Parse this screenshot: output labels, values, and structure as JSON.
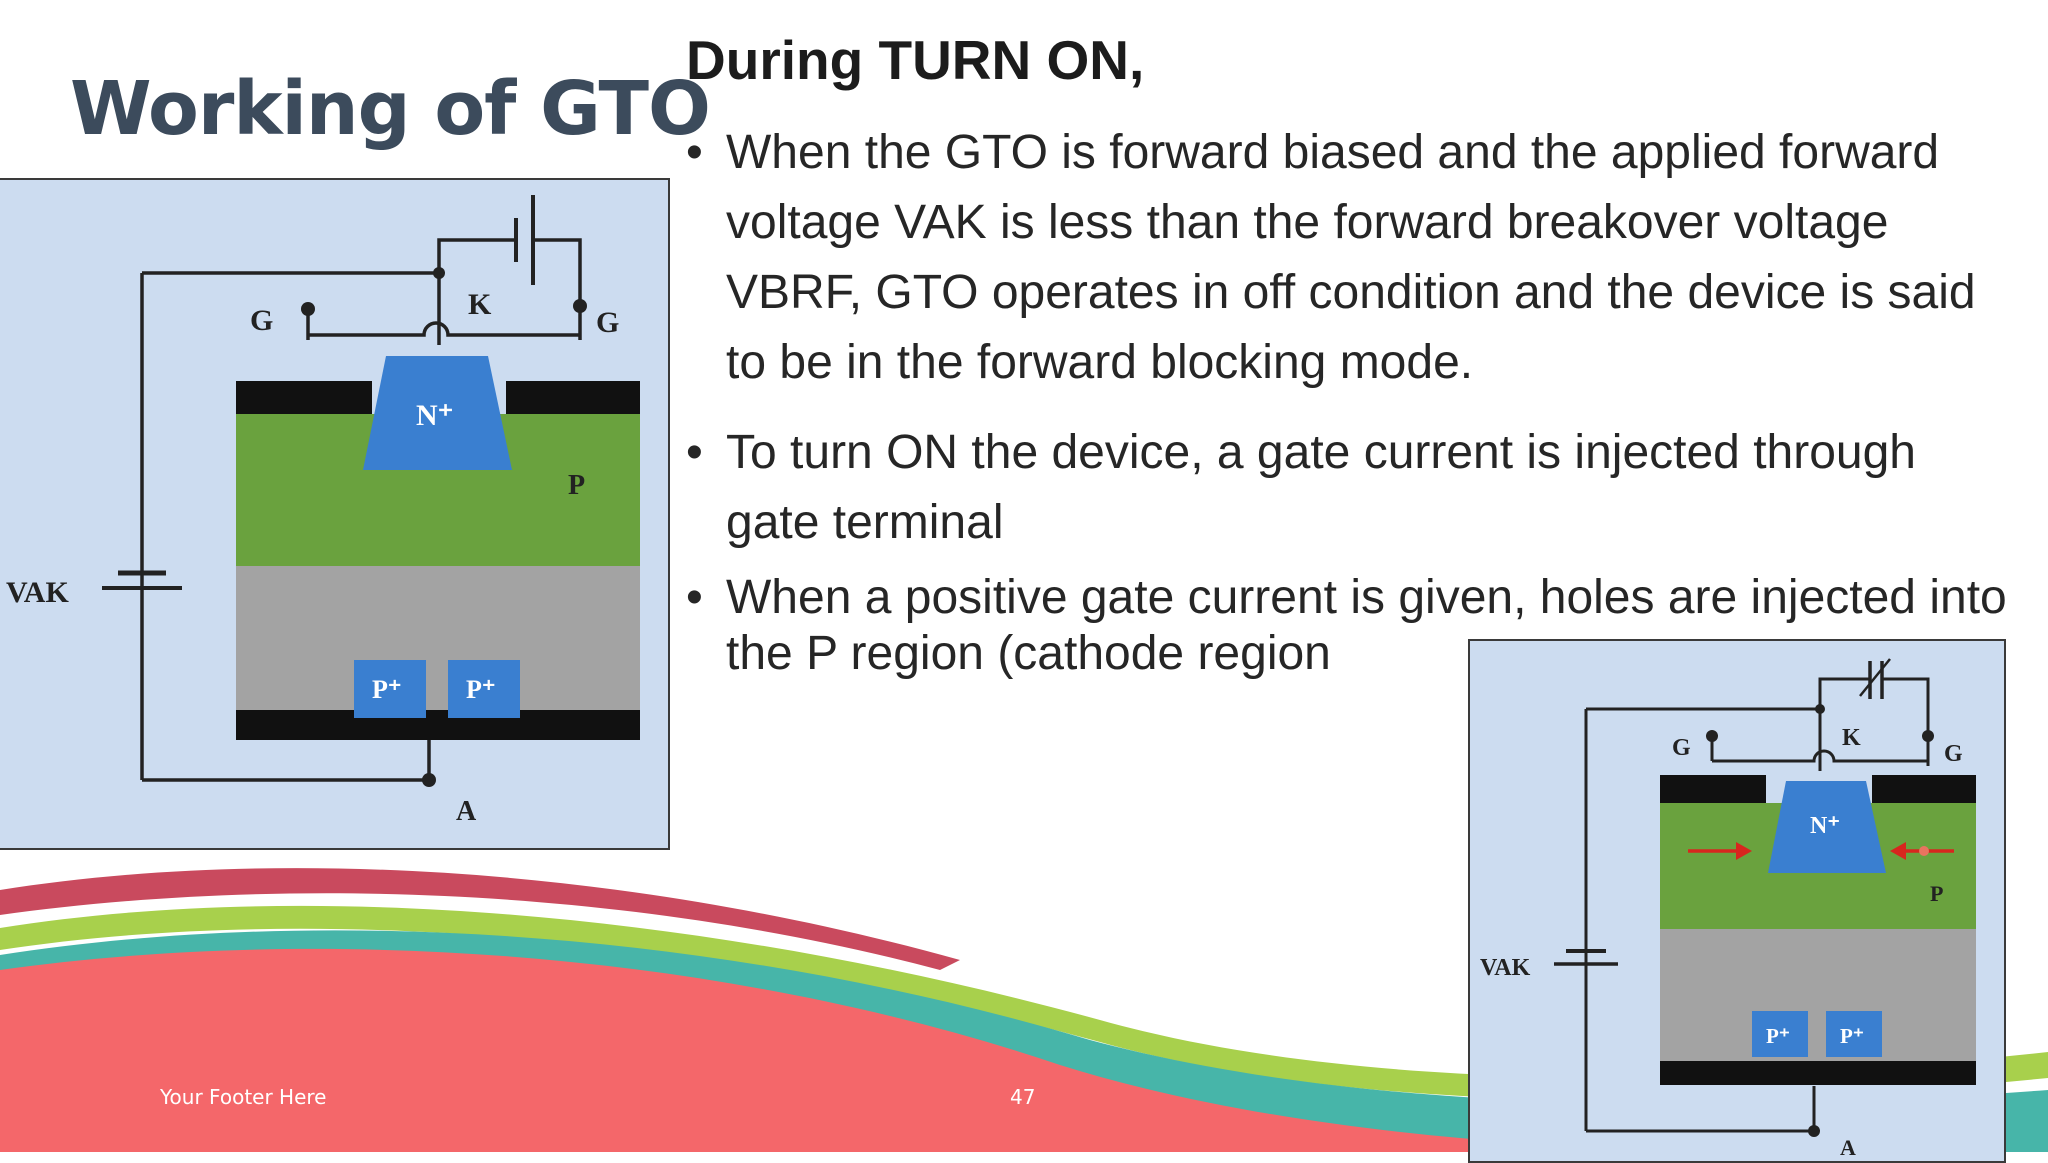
{
  "slide": {
    "title": "Working of GTO",
    "heading": "During TURN ON,",
    "bullets": [
      "When the GTO is forward biased and the applied forward voltage VAK is less than the forward breakover voltage VBRF, GTO operates in off condition and the device is said to be in the forward blocking mode.",
      "To turn ON the device, a gate current is injected through gate terminal",
      "When a positive gate current is given, holes are injected into the P region (cathode region"
    ],
    "bullet_symbol": "•",
    "footer": "Your Footer Here",
    "page_number": "47"
  },
  "diagram_left": {
    "gate_left": "G",
    "cathode": "K",
    "gate_right": "G",
    "n_plus": "N⁺",
    "p_label": "P",
    "vak": "VAK",
    "p_plus_1": "P⁺",
    "p_plus_2": "P⁺",
    "anode": "A"
  },
  "diagram_right": {
    "gate_left": "G",
    "cathode": "K",
    "gate_right": "G",
    "n_plus": "N⁺",
    "p_label": "P",
    "vak": "VAK",
    "p_plus_1": "P⁺",
    "p_plus_2": "P⁺",
    "anode": "A"
  },
  "colors": {
    "title": "#3c4b5c",
    "swoosh_red": "#f4676a",
    "swoosh_teal": "#47b5a9",
    "swoosh_green": "#a8d04c",
    "swoosh_darkred": "#c94a5e",
    "diagram_green": "#6aa23e",
    "diagram_gray": "#a3a3a3",
    "diagram_blue": "#3a7fd0",
    "panel_bg": "#ccdcf0"
  }
}
